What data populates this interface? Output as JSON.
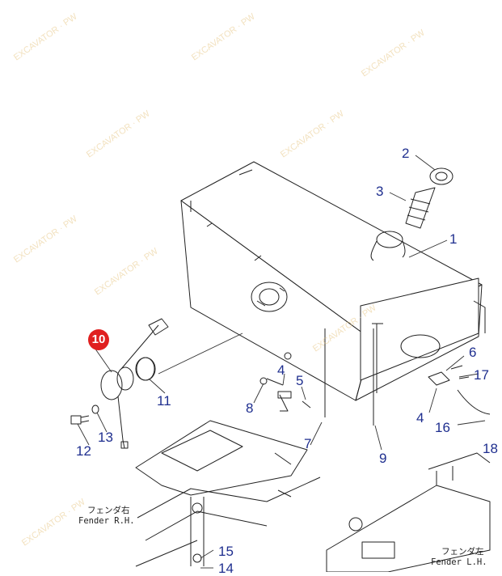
{
  "callouts": {
    "c1": "1",
    "c2": "2",
    "c3": "3",
    "c4a": "4",
    "c4b": "4",
    "c5": "5",
    "c6": "6",
    "c7": "7",
    "c8": "8",
    "c9": "9",
    "c10": "10",
    "c11": "11",
    "c12": "12",
    "c13": "13",
    "c14": "14",
    "c15": "15",
    "c16": "16",
    "c17": "17",
    "c18": "18"
  },
  "labels": {
    "fender_rh_jp": "フェンダ右",
    "fender_rh_en": "Fender R.H.",
    "fender_lh_jp": "フェンダ左",
    "fender_lh_en": "Fender L.H."
  },
  "colors": {
    "callout": "#1f2f8f",
    "highlight": "#e02020",
    "line": "#222222"
  }
}
